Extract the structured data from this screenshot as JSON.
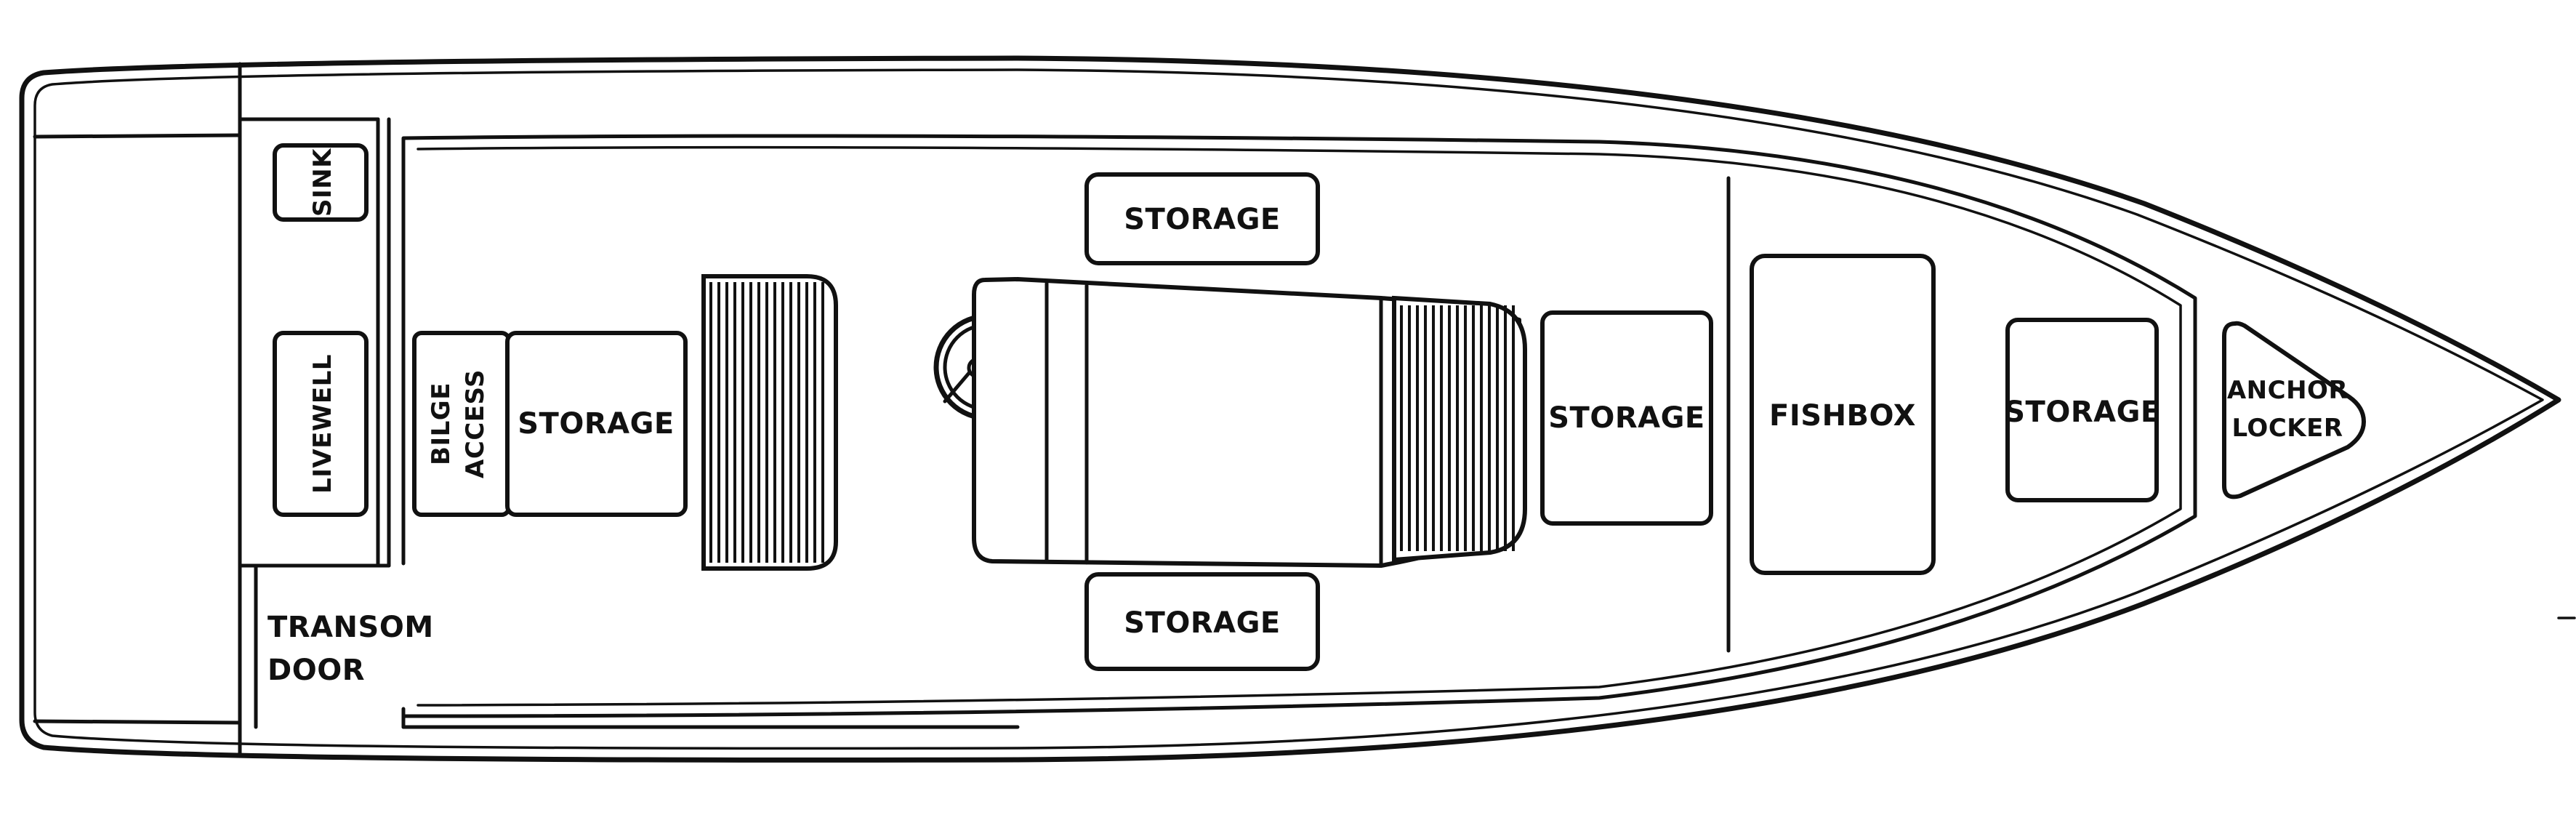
{
  "diagram": {
    "labels": {
      "sink": "SINK",
      "livewell": "LIVEWELL",
      "bilge_line1": "BILGE",
      "bilge_line2": "ACCESS",
      "storage_aft": "STORAGE",
      "storage_top": "STORAGE",
      "storage_bottom": "STORAGE",
      "storage_console_fwd": "STORAGE",
      "fishbox": "FISHBOX",
      "storage_fwd": "STORAGE",
      "anchor_line1": "ANCHOR",
      "anchor_line2": "LOCKER",
      "transom_line1": "TRANSOM",
      "transom_line2": "DOOR"
    }
  }
}
